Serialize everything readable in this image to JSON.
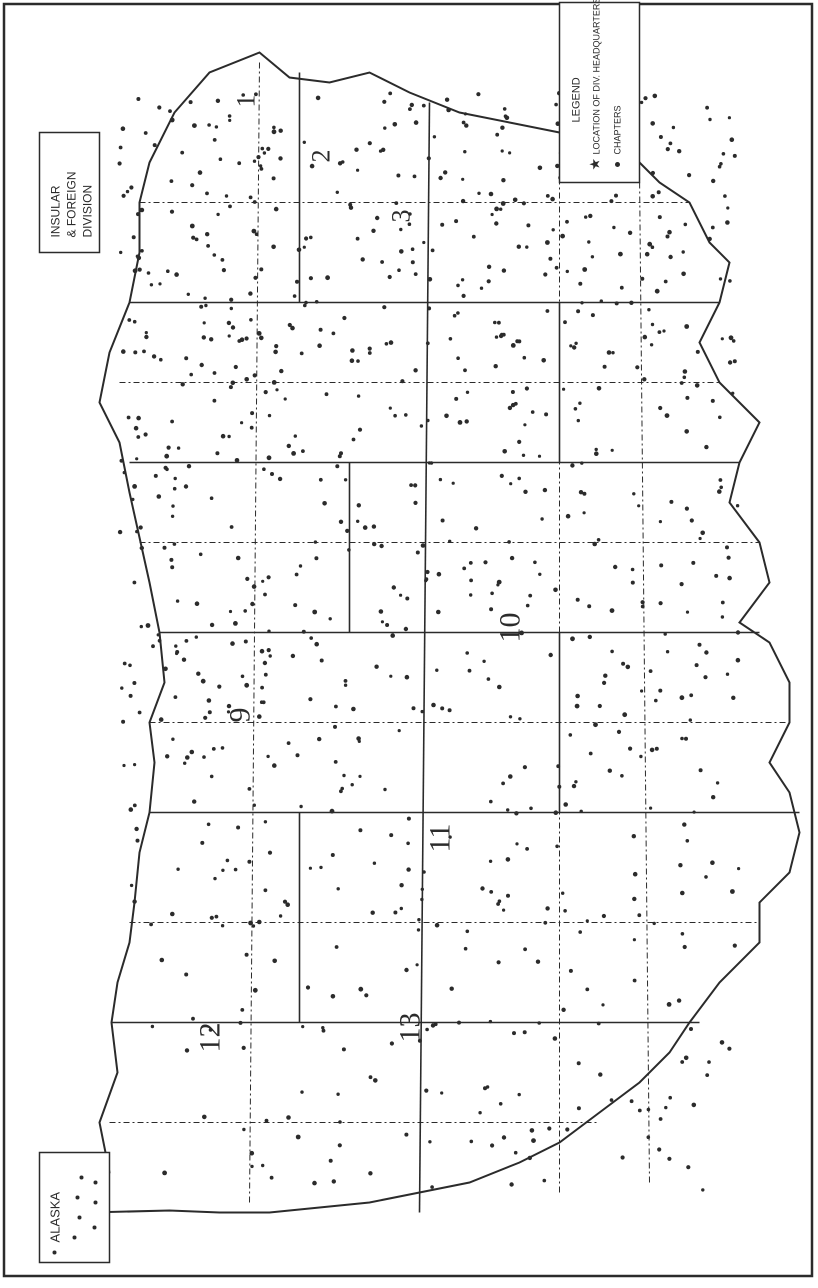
{
  "legend": {
    "title": "LEGEND",
    "star_label": "LOCATION OF DIV. HEADQUARTERS",
    "dot_label": "CHAPTERS"
  },
  "insets": {
    "insular_line1": "INSULAR",
    "insular_line2": "& FOREIGN",
    "insular_line3": "DIVISION",
    "alaska": "ALASKA"
  },
  "divisions": [
    "1",
    "2",
    "3",
    "9",
    "10",
    "11",
    "12",
    "13"
  ],
  "colors": {
    "ink": "#2b2b2b",
    "paper": "#ffffff"
  }
}
